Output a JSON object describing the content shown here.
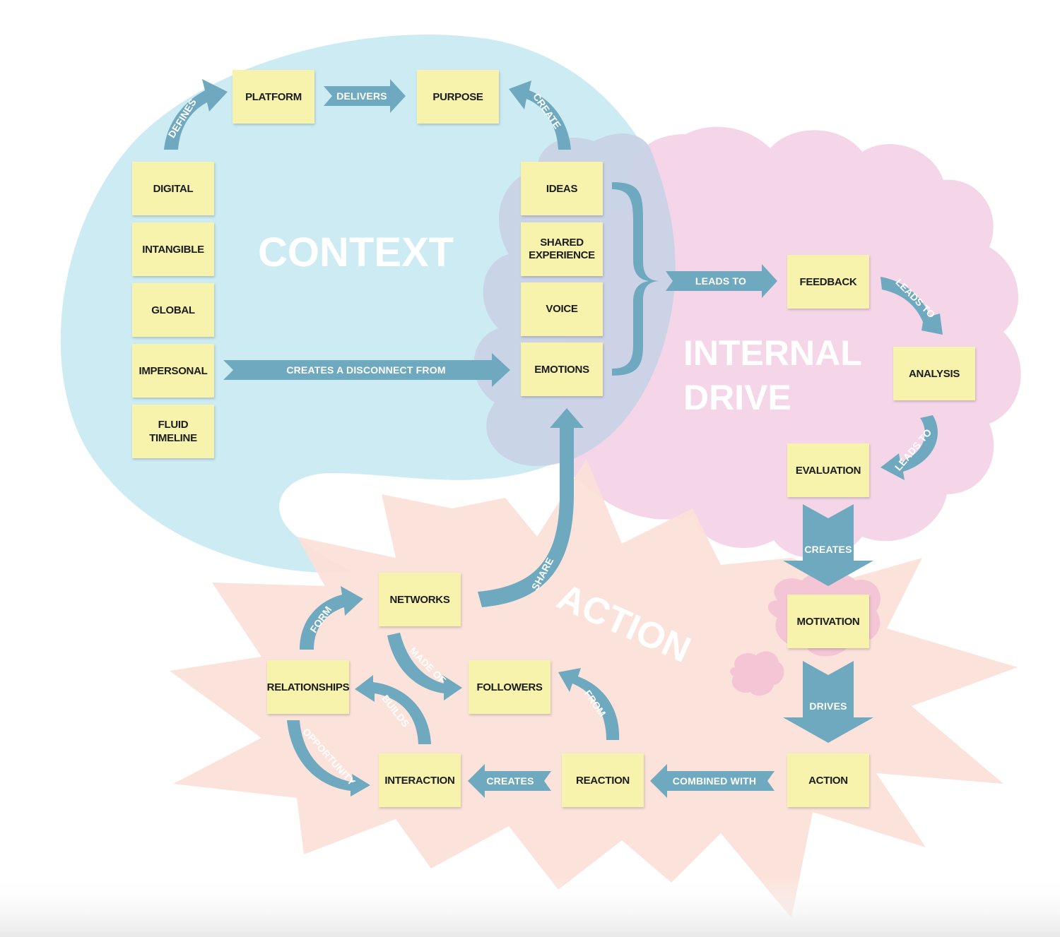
{
  "regions": {
    "context": "CONTEXT",
    "internal_drive_line1": "INTERNAL",
    "internal_drive_line2": "DRIVE",
    "action": "ACTION"
  },
  "notes": {
    "platform": "PLATFORM",
    "purpose": "PURPOSE",
    "digital": "DIGITAL",
    "intangible": "INTANGIBLE",
    "global": "GLOBAL",
    "impersonal": "IMPERSONAL",
    "fluid_line1": "FLUID",
    "fluid_line2": "TIMELINE",
    "ideas": "IDEAS",
    "shared_line1": "SHARED",
    "shared_line2": "EXPERIENCE",
    "voice": "VOICE",
    "emotions": "EMOTIONS",
    "feedback": "FEEDBACK",
    "analysis": "ANALYSIS",
    "evaluation": "EVALUATION",
    "motivation": "MOTIVATION",
    "action": "ACTION",
    "networks": "NETWORKS",
    "relationships": "RELATIONSHIPS",
    "followers": "FOLLOWERS",
    "interaction": "INTERACTION",
    "reaction": "REACTION"
  },
  "connectors": {
    "defines": "DEFINES",
    "delivers": "DELIVERS",
    "create": "CREATE",
    "creates_disconnect": "CREATES A DISCONNECT FROM",
    "leads_to_1": "LEADS TO",
    "leads_to_2": "LEADS TO",
    "leads_to_3": "LEADS TO",
    "creates_big": "CREATES",
    "drives": "DRIVES",
    "combined_with": "COMBINED WITH",
    "creates_small": "CREATES",
    "share": "SHARE",
    "form": "FORM",
    "made_of": "MADE OF",
    "builds": "BUILDS",
    "from": "FROM",
    "opportunity": "OPPORTUNITY"
  },
  "colors": {
    "context_bg": "#cdebf3",
    "internal_bg": "#f4d6e8",
    "overlap_bg": "#c9d3e6",
    "action_bg": "#fbe0d8",
    "note_fill": "#f8f3ac",
    "arrow_fill": "#6fa9c0",
    "blob_pink": "#f2bfd2"
  }
}
